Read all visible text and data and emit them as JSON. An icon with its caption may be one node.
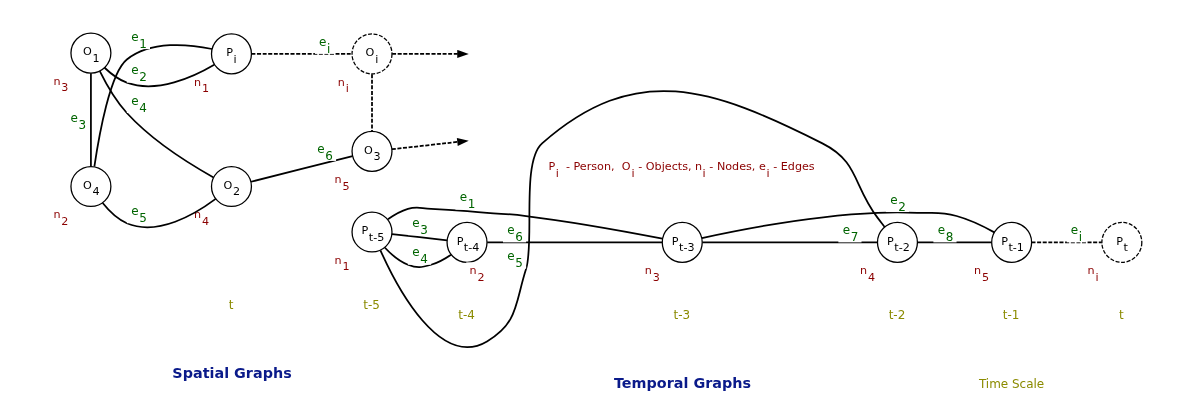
{
  "diagram": {
    "nodes": [
      {
        "text": [
          "P$_{i}$"
        ],
        "beside": [
          "n$_{1}$"
        ]
      },
      {
        "text": [
          "O$_{i}$"
        ],
        "beside": [
          "n$_{i}$"
        ]
      },
      {
        "text": [
          "O$_{4}$"
        ],
        "beside": [
          "n$_{2}$"
        ]
      },
      {
        "text": [
          "O$_{3}$"
        ],
        "beside": [
          "n$_{5}$"
        ]
      },
      {
        "text": [
          "O$_{2}$"
        ],
        "beside": [
          "n$_{4}$"
        ]
      },
      {
        "text": [
          "O$_{1}$"
        ],
        "beside": [
          "n$_{3}$"
        ]
      },
      {
        "text": [
          "P$_{t-5}$"
        ],
        "beside": [
          "n$_{1}$"
        ]
      },
      {
        "text": [
          "P$_{t-4}$"
        ],
        "beside": [
          "n$_{2}$"
        ]
      },
      {
        "text": [
          "P$_{t-3}$"
        ],
        "beside": [
          "n$_{3}$"
        ]
      },
      {
        "text": [
          "P$_{t-2}$"
        ],
        "beside": [
          "n$_{4}$"
        ]
      },
      {
        "text": [
          "P$_{t-1}$"
        ],
        "beside": [
          "n$_{5}$"
        ]
      },
      {
        "text": [
          "P$_{t}$"
        ],
        "beside": [
          "n$_{i}$"
        ]
      }
    ],
    "edges": [
      {
        "from": 0,
        "to": 2,
        "arrow": "none",
        "label": "e$_{1}$"
      },
      {
        "from": 0,
        "to": 5,
        "arrow": "none",
        "label": "e$_{2}$"
      },
      {
        "from": 2,
        "to": 5,
        "arrow": "none",
        "label": "e$_{3}$"
      },
      {
        "from": 5,
        "to": 4,
        "arrow": "none",
        "label": "e$_{4}$"
      },
      {
        "from": 2,
        "to": 4,
        "arrow": "none",
        "label": "e$_{5}$"
      },
      {
        "from": 4,
        "to": 3,
        "arrow": "none",
        "label": "e$_{6}$"
      },
      {
        "from": 0,
        "to": 1,
        "arrow": "none",
        "label": "e$_{i}$",
        "style": "dashed"
      },
      {
        "from": 1,
        "to": 3,
        "arrow": "none",
        "style": "dashed"
      },
      {
        "from": 1,
        "to": null,
        "arrow": "to",
        "style": "dashed"
      },
      {
        "from": 3,
        "to": null,
        "arrow": "to",
        "style": "dashed"
      },
      {
        "from": 6,
        "to": 8,
        "arrow": "none",
        "label": "e$_{1}$"
      },
      {
        "from": 8,
        "to": 10,
        "arrow": "none",
        "label": "e$_{2}$"
      },
      {
        "from": 6,
        "to": 7,
        "arrow": "none",
        "label": "e$_{3}$"
      },
      {
        "from": 6,
        "to": 7,
        "arrow": "none",
        "label": "e$_{4}$"
      },
      {
        "from": 6,
        "to": 9,
        "arrow": "none",
        "label": "e$_{5}$"
      },
      {
        "from": 7,
        "to": 8,
        "arrow": "none",
        "label": "e$_{6}$"
      },
      {
        "from": 8,
        "to": 9,
        "arrow": "none",
        "label": "e$_{7}$"
      },
      {
        "from": 9,
        "to": 10,
        "arrow": "none",
        "label": "e$_{8}$"
      },
      {
        "from": 10,
        "to": 11,
        "arrow": "none",
        "label": "e$_{i}$",
        "style": "dashed"
      }
    ],
    "labels": [
      "P$_{i}$  - Person,  O$_{i}$ - Objects, n$_{i}$ - Nodes, e$_{i}$ - Edges",
      "t",
      "Time Scale",
      "t-5",
      "t-4",
      "t-3",
      "t-2",
      "t-1",
      "t",
      "Spatial Graphs",
      "Temporal Graphs"
    ]
  }
}
